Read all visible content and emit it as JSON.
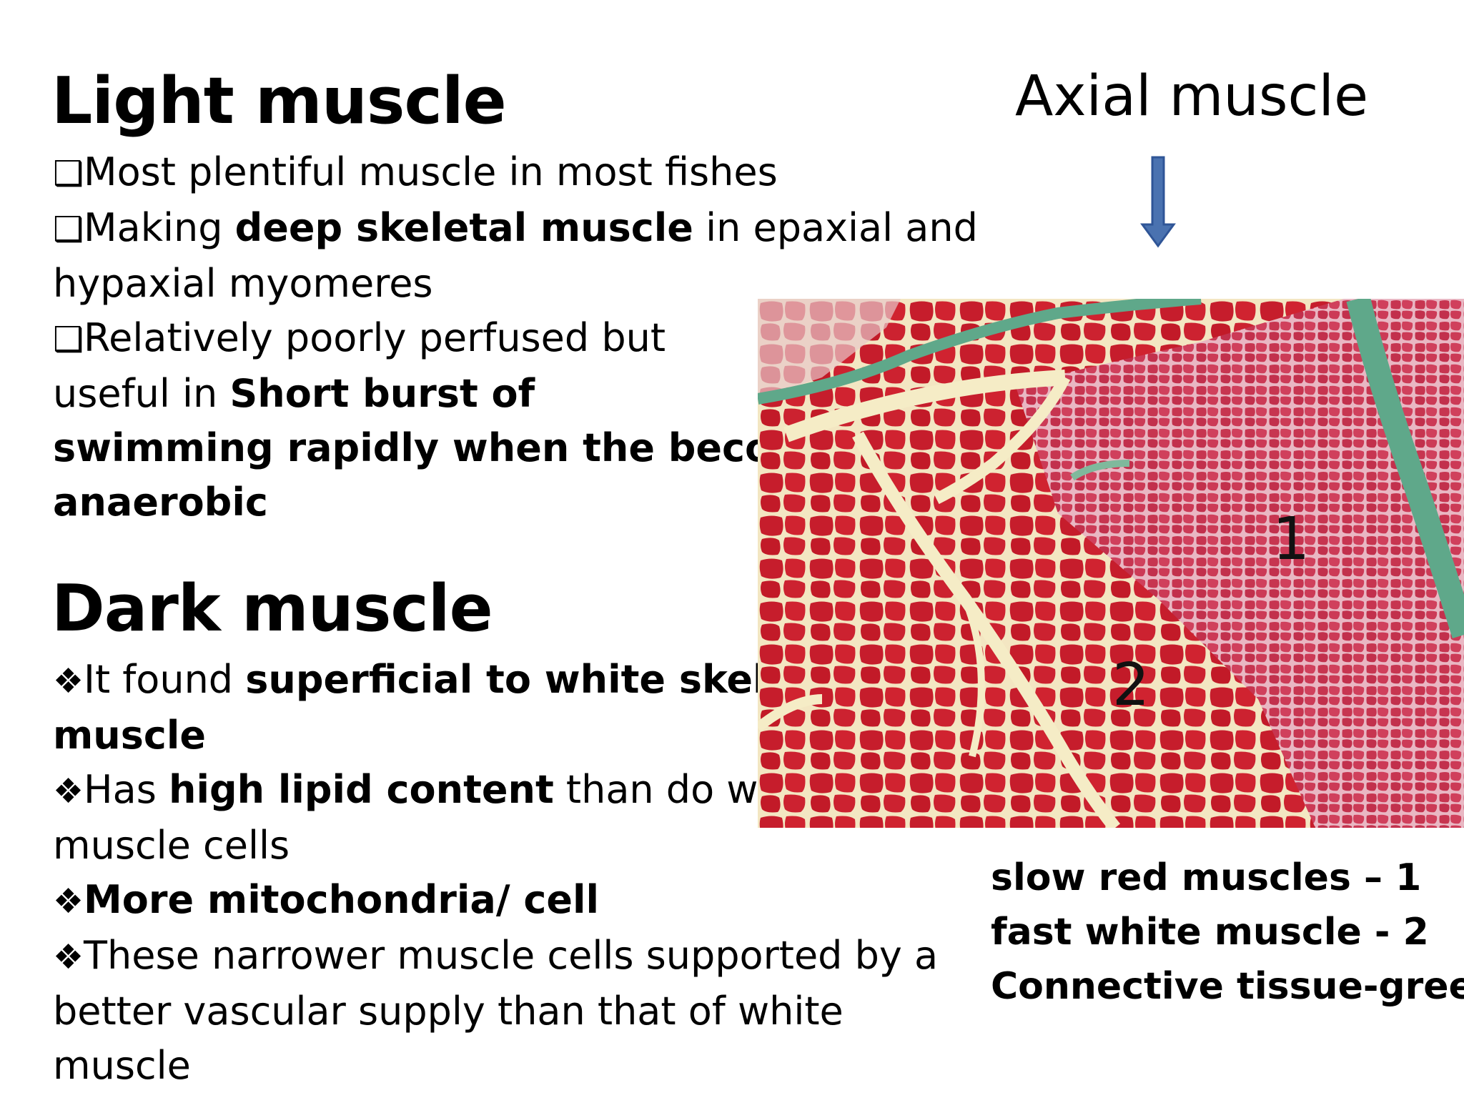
{
  "light": {
    "title": "Light muscle",
    "b1_text": "Most plentiful muscle in most fishes",
    "b2_pre": "Making ",
    "b2_bold": "deep skeletal muscle",
    "b2_post": " in epaxial and",
    "b2_cont": "hypaxial myomeres",
    "b3_text": "Relatively poorly perfused but",
    "b3_cont_pre": " useful in ",
    "b3_cont_bold": "Short burst of",
    "b3_line3": "swimming rapidly when the become",
    "b3_line4": "anaerobic",
    "bullet_icon": "checkbox-square-icon"
  },
  "dark": {
    "title": "Dark muscle",
    "b1_pre": "It found ",
    "b1_bold": "superficial to white skeletal",
    "b1_cont": "muscle",
    "b2_pre": "Has ",
    "b2_bold": "high lipid content",
    "b2_post": " than do white",
    "b2_cont": "muscle cells",
    "b3_bold": "More mitochondria/ cell",
    "b4_text": "These narrower muscle cells supported by a",
    "b4_cont": " better vascular supply than that of white",
    "b4_cont2": "muscle",
    "bullet_glyph": "❖",
    "bullet_icon": "four-diamond-icon"
  },
  "axial": {
    "title": "Axial muscle",
    "arrow_icon": "down-arrow-icon",
    "arrow_color": "#4a72b0"
  },
  "micrograph": {
    "label_1": "1",
    "label_2": "2",
    "red_color": "#c8202e",
    "pink_color": "#d23a55",
    "green_color": "#5fa88a",
    "cream_color": "#f5ecc6"
  },
  "legend": {
    "line1": "slow red muscles – 1",
    "line2": "fast white muscle - 2",
    "line3": "Connective  tissue-green"
  }
}
